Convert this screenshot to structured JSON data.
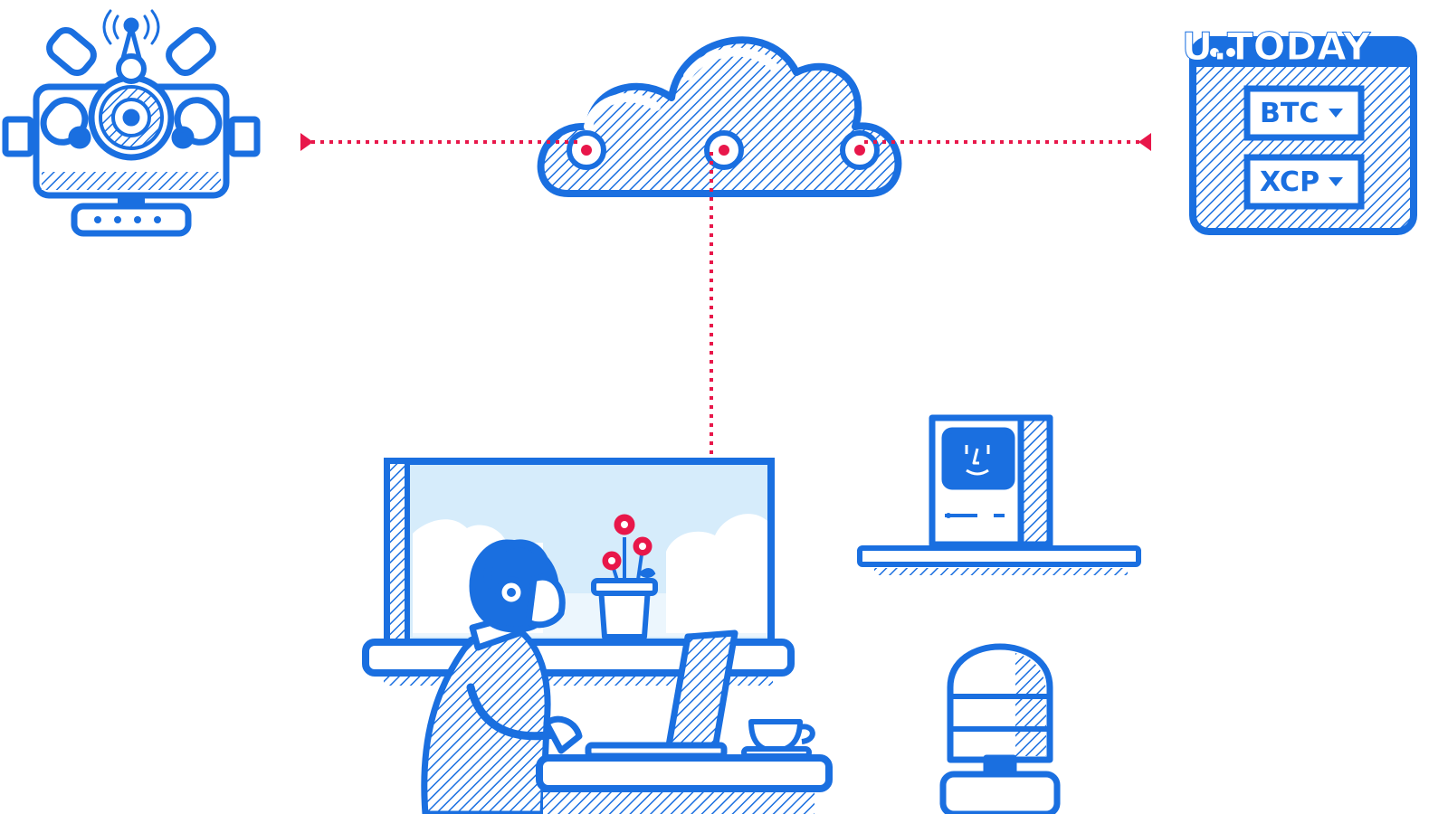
{
  "watermark": {
    "text": "U.TODAY"
  },
  "selectors": [
    {
      "label": "BTC"
    },
    {
      "label": "XCP"
    }
  ],
  "colors": {
    "primary": "#1a6fe0",
    "accent": "#e8174a",
    "sky": "#d6ecfb",
    "cloud_white": "#ffffff"
  },
  "icons": {
    "node_machine": "server-robot-icon",
    "cloud": "cloud-icon",
    "wallet": "wallet-window-icon",
    "retro_computer": "retro-computer-icon",
    "water_cooler": "water-cooler-icon",
    "person": "person-with-headphones-icon",
    "laptop": "laptop-icon",
    "coffee_cup": "coffee-cup-icon",
    "flower_pot": "flower-pot-icon"
  }
}
